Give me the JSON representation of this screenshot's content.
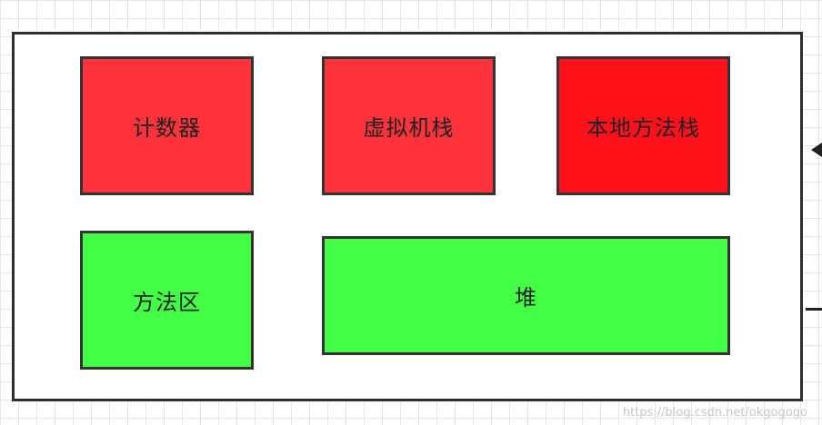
{
  "diagram": {
    "boxes": {
      "counter": "计数器",
      "vm_stack": "虚拟机栈",
      "native_stack": "本地方法栈",
      "method_area": "方法区",
      "heap": "堆"
    },
    "colors": {
      "red": "#ff333b",
      "red_strong": "#ff111c",
      "green": "#43ff46",
      "border": "#333333"
    }
  },
  "watermark": "https://blog.csdn.net/okgogogo"
}
